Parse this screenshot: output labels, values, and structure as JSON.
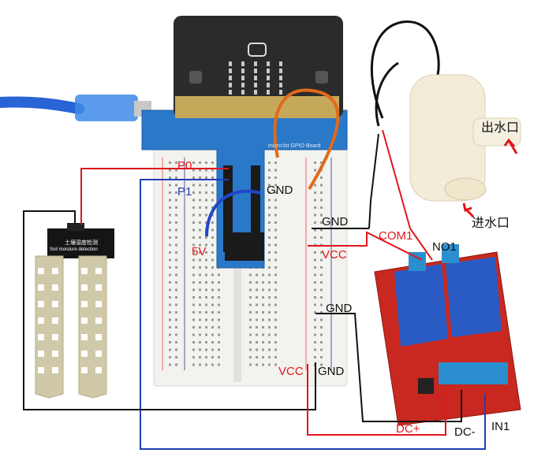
{
  "labels": {
    "p0": "P0",
    "p1": "P1",
    "gnd_top": "GND",
    "five_v": "5V",
    "gnd_mid": "GND",
    "com1": "COM1",
    "no1": "NO1",
    "vcc_top": "VCC",
    "gnd_right": "GND",
    "vcc_bottom": "VCC",
    "gnd_bottom": "GND",
    "dc_plus": "DC+",
    "dc_minus": "DC-",
    "in1": "IN1",
    "outlet": "出水口",
    "inlet": "进水口"
  },
  "board_text": {
    "sensor_cn": "土壤湿度检测",
    "sensor_en": "Soil moisture detection",
    "gpio": "micro:bit GPIO Board"
  },
  "colors": {
    "wire_red": "#e0161c",
    "wire_black": "#111111",
    "wire_blue": "#1f3fb8",
    "wire_orange": "#e06a18",
    "relay_board": "#c8281f",
    "gpio_board": "#2a78c8",
    "relay_box": "#2a5bc4",
    "microbit": "#2b2b2b",
    "breadboard": "#f2f2ee"
  }
}
